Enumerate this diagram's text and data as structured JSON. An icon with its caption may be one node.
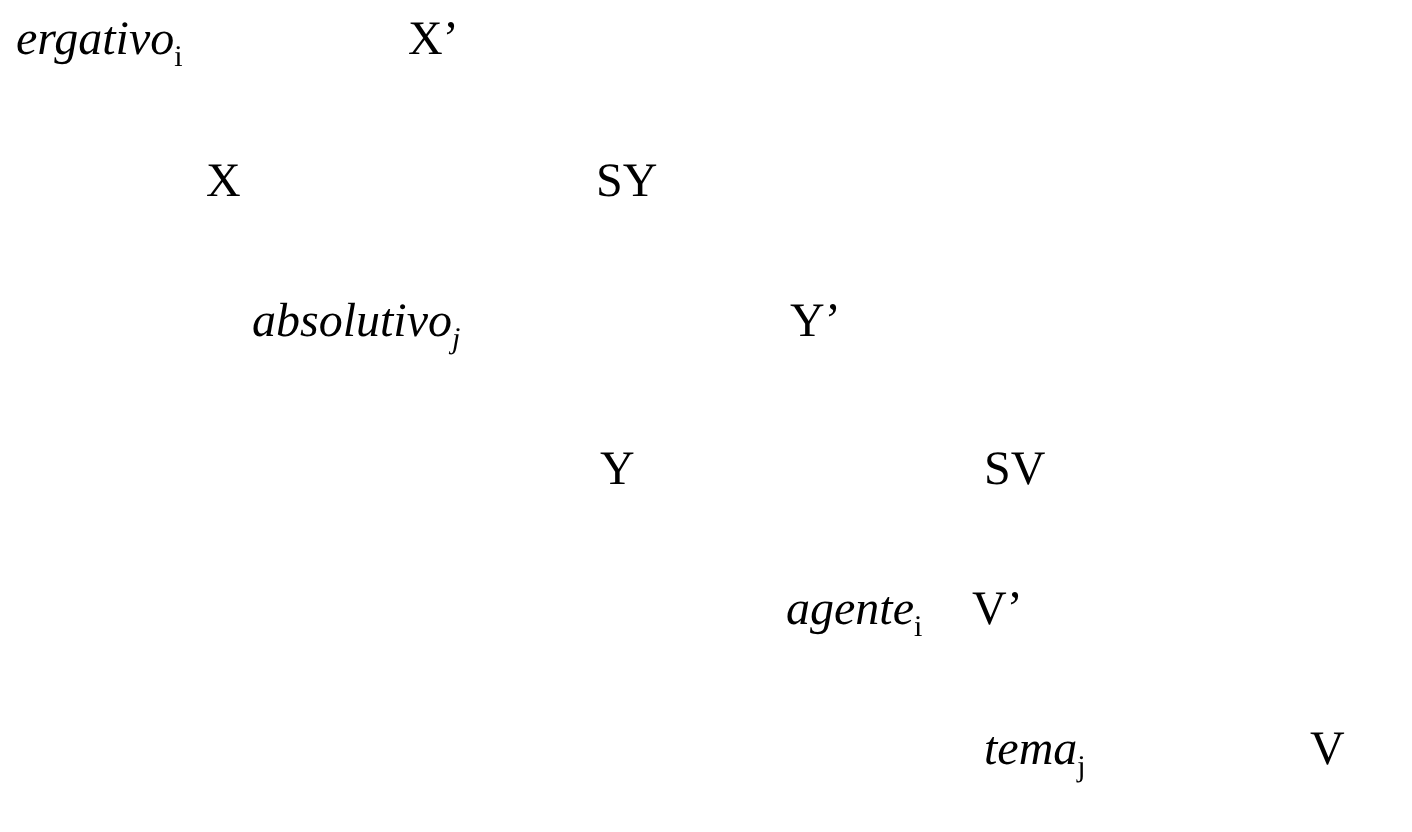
{
  "diagram": {
    "labels": [
      "*ergativo*$_{i}$",
      "X’",
      "X",
      "SY",
      "*absolutivo$_{j}$*",
      "Y’",
      "Y",
      "SV",
      "*agente*$_{i}$",
      "V’",
      "*tema*$_{j}$",
      "V"
    ]
  }
}
